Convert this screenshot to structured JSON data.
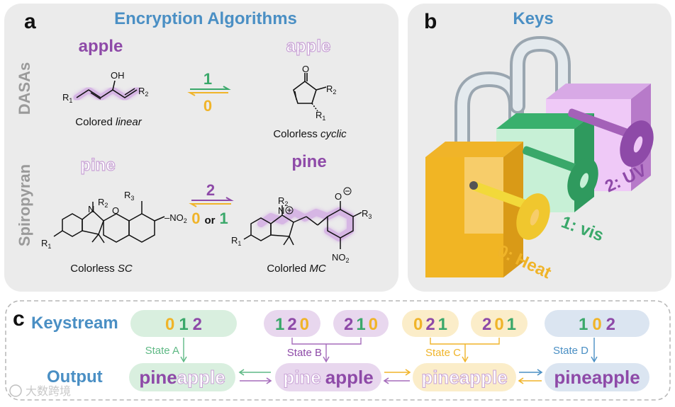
{
  "colors": {
    "purple": "#8e4aa8",
    "purple_light": "#c9a3d6",
    "green": "#3aa86a",
    "yellow": "#f0b429",
    "blue": "#4a8fc4",
    "gray": "#9a9a9a",
    "panel_bg": "#ebebeb"
  },
  "panel_a": {
    "letter": "a",
    "title": "Encryption Algorithms",
    "row1_label": "DASAs",
    "row2_label": "Spiropyran",
    "apple_colored": "apple",
    "apple_faded": "apple",
    "pine_faded": "pine",
    "pine_colored": "pine",
    "arrow1_top": "1",
    "arrow1_bottom": "0",
    "arrow2_top": "2",
    "arrow2_bottom_a": "0",
    "arrow2_bottom_or": "or",
    "arrow2_bottom_b": "1",
    "caption_linear_prefix": "Colored ",
    "caption_linear_italic": "linear",
    "caption_cyclic_prefix": "Colorless ",
    "caption_cyclic_italic": "cyclic",
    "caption_sc_prefix": "Colorless ",
    "caption_sc_italic": "SC",
    "caption_mc_prefix": "Colorled ",
    "caption_mc_italic": "MC",
    "chem": {
      "oh": "OH",
      "r1": "R",
      "r2": "R",
      "r3": "R",
      "sub1": "1",
      "sub2": "2",
      "sub3": "3",
      "o": "O",
      "n": "N",
      "no2": "NO",
      "no2_sub": "2",
      "dash": "–"
    }
  },
  "panel_b": {
    "letter": "b",
    "title": "Keys",
    "key0": "0: Heat",
    "key1": "1: vis",
    "key2": "2: UV"
  },
  "panel_c": {
    "letter": "c",
    "keystream_label": "Keystream",
    "output_label": "Output",
    "state_a": "State A",
    "state_b": "State B",
    "state_c": "State C",
    "state_d": "State D",
    "streams": [
      [
        "0",
        "1",
        "2"
      ],
      [
        "1",
        "2",
        "0"
      ],
      [
        "2",
        "1",
        "0"
      ],
      [
        "0",
        "2",
        "1"
      ],
      [
        "2",
        "0",
        "1"
      ],
      [
        "1",
        "0",
        "2"
      ]
    ],
    "output_pine": "pine",
    "output_apple": "apple",
    "watermark": "大数跨境"
  }
}
